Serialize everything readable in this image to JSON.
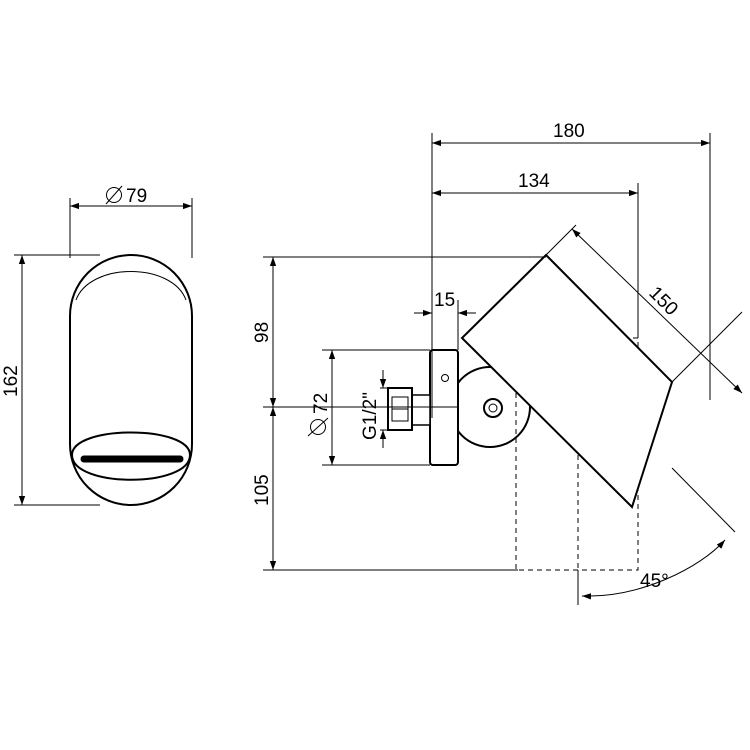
{
  "drawing": {
    "front_view": {
      "diameter_label": "79",
      "height_label": "162"
    },
    "side_view": {
      "total_depth_label": "180",
      "arm_depth_label": "134",
      "body_length_label": "150",
      "plate_thickness_label": "15",
      "upper_height_label": "98",
      "lower_height_label": "105",
      "plate_diameter_label": "72",
      "thread_label": "G1/2\"",
      "angle_label": "45°"
    }
  }
}
